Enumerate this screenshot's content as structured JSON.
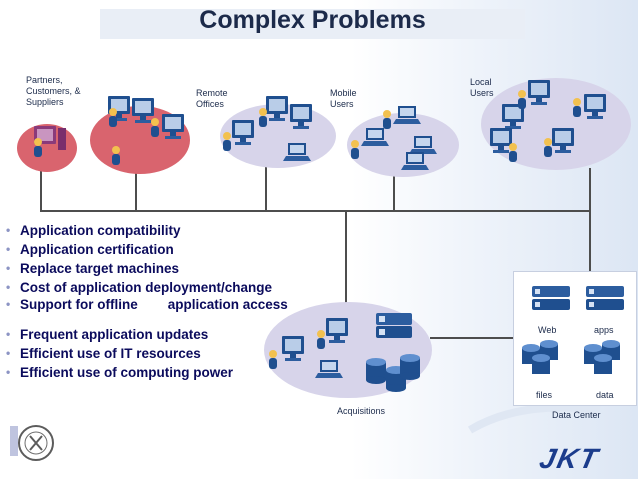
{
  "title": "Complex Problems",
  "groups": {
    "partners": "Partners, Customers, & Suppliers",
    "remote": "Remote Offices",
    "mobile": "Mobile Users",
    "local": "Local Users",
    "acquisitions": "Acquisitions"
  },
  "bullets": [
    "Application compatibility",
    "Application certification",
    "Replace target machines",
    "Cost of application deployment/change",
    "Support for offline        application access",
    "Frequent application updates",
    "Efficient use of IT resources",
    "Efficient use of computing power"
  ],
  "data_center": {
    "label": "Data Center",
    "web": "Web",
    "apps": "apps",
    "files": "files",
    "data": "data"
  },
  "logo_text": "JKT",
  "colors": {
    "title": "#1c2a4a",
    "bullets": "#0b0b5c",
    "network_line": "#4d4d4d",
    "computer_blue": "#1f4f8f",
    "partner_red": "#d9646e",
    "ellipse": "#d7d4ea",
    "logo": "#1b3c8c"
  }
}
